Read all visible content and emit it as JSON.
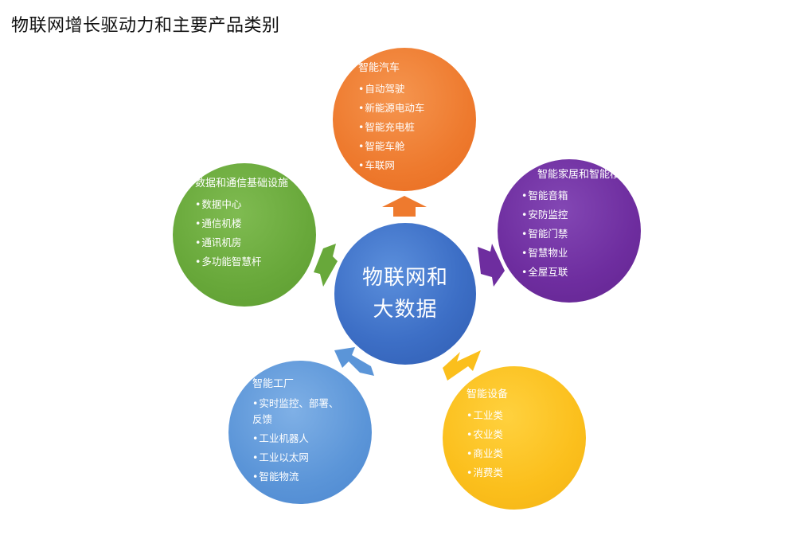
{
  "title": "物联网增长驱动力和主要产品类别",
  "center": {
    "line1": "物联网和",
    "line2": "大数据",
    "color": "#3d6fc6"
  },
  "categories": [
    {
      "key": "auto",
      "title": "智能汽车",
      "color": "#ee7a2e",
      "items": [
        "自动驾驶",
        "新能源电动车",
        "智能充电桩",
        "智能车舱",
        "车联网"
      ]
    },
    {
      "key": "home",
      "title": "智能家居和智能楼宇",
      "color": "#6e2d9f",
      "items": [
        "智能音箱",
        "安防监控",
        "智能门禁",
        "智慧物业",
        "全屋互联"
      ]
    },
    {
      "key": "device",
      "title": "智能设备",
      "color": "#fbbf1c",
      "items": [
        "工业类",
        "农业类",
        "商业类",
        "消费类"
      ]
    },
    {
      "key": "factory",
      "title": "智能工厂",
      "color": "#5b95d8",
      "items": [
        "实时监控、部署、反馈",
        "工业机器人",
        "工业以太网",
        "智能物流"
      ]
    },
    {
      "key": "data",
      "title": "数据和通信基础设施",
      "color": "#68a83a",
      "items": [
        "数据中心",
        "通信机楼",
        "通讯机房",
        "多功能智慧杆"
      ]
    }
  ]
}
